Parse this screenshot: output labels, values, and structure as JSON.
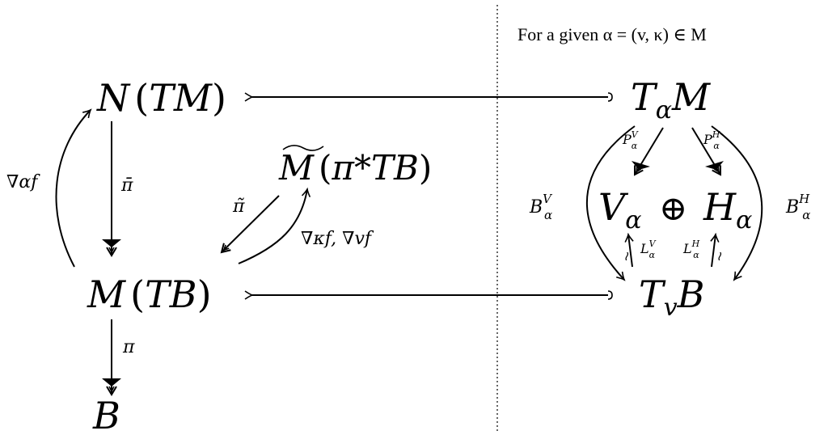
{
  "caption": "For a given α = (v, κ) ∈ M",
  "nodes": {
    "N": {
      "main": "N",
      "arg": "TM"
    },
    "M": {
      "main": "M",
      "arg": "TB"
    },
    "B": {
      "main": "B"
    },
    "Mtilde": {
      "main": "M",
      "arg": "π*TB"
    },
    "TaM": {
      "main": "T",
      "sub": "α",
      "tail": "M"
    },
    "Va": {
      "main": "V",
      "sub": "α"
    },
    "oplus": "⊕",
    "Ha": {
      "main": "H",
      "sub": "α"
    },
    "TvB": {
      "main": "T",
      "sub": "v",
      "tail": "B"
    }
  },
  "labels": {
    "pibar": "π̄",
    "pi": "π",
    "pitilde": "π̃",
    "grad_alpha": "∇αf",
    "grad_kv": "∇κf, ∇vf",
    "PV": {
      "main": "P",
      "sup": "V",
      "sub": "α"
    },
    "PH": {
      "main": "P",
      "sup": "H",
      "sub": "α"
    },
    "BV": {
      "main": "B",
      "sup": "V",
      "sub": "α"
    },
    "BH": {
      "main": "B",
      "sup": "H",
      "sub": "α"
    },
    "LV": {
      "main": "L",
      "sup": "V",
      "sub": "α"
    },
    "LH": {
      "main": "L",
      "sup": "H",
      "sub": "α"
    },
    "iso": "≀"
  }
}
